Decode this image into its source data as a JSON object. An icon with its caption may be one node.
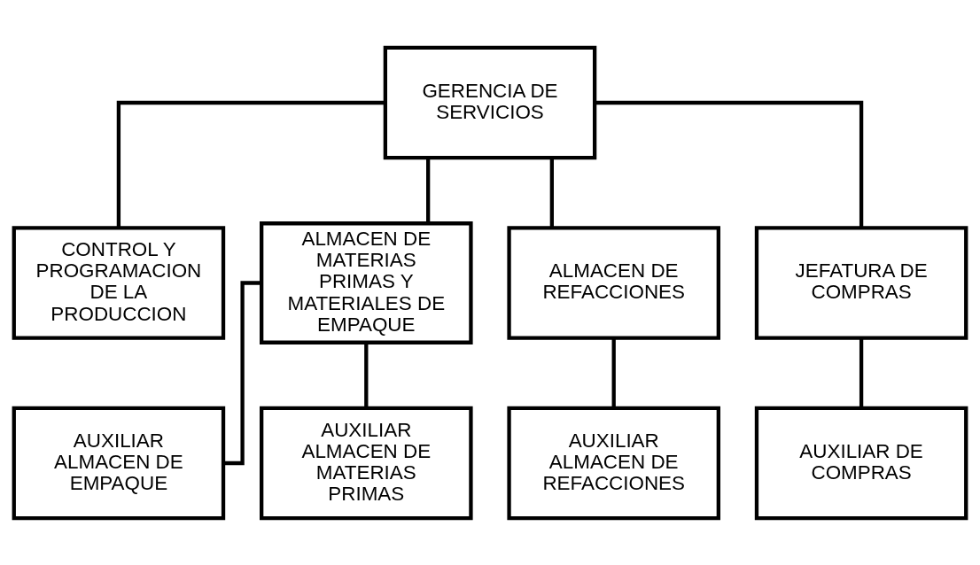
{
  "diagram": {
    "nodes": [
      {
        "text": [
          "GERENCIA DE SERVICIOS"
        ]
      },
      {
        "text": [
          "CONTROL Y PROGRAMACION DE LA PRODUCCION"
        ]
      },
      {
        "text": [
          "ALMACEN DE MATERIAS PRIMAS Y MATERIALES DE EMPAQUE"
        ]
      },
      {
        "text": [
          "ALMACEN DE REFACCIONES"
        ]
      },
      {
        "text": [
          "JEFATURA DE COMPRAS"
        ]
      },
      {
        "text": [
          "AUXILIAR ALMACEN DE EMPAQUE"
        ]
      },
      {
        "text": [
          "AUXILIAR ALMACEN DE MATERIAS PRIMAS"
        ]
      },
      {
        "text": [
          "AUXILIAR ALMACEN DE REFACCIONES"
        ]
      },
      {
        "text": [
          "AUXILIAR DE COMPRAS"
        ]
      }
    ],
    "edges": [
      {
        "from": 0,
        "to": 1,
        "arrow": "none"
      },
      {
        "from": 0,
        "to": 2,
        "arrow": "none"
      },
      {
        "from": 0,
        "to": 3,
        "arrow": "none"
      },
      {
        "from": 0,
        "to": 4,
        "arrow": "none"
      },
      {
        "from": 2,
        "to": 5,
        "arrow": "none"
      },
      {
        "from": 2,
        "to": 6,
        "arrow": "none"
      },
      {
        "from": 3,
        "to": 7,
        "arrow": "none"
      },
      {
        "from": 4,
        "to": 8,
        "arrow": "none"
      }
    ]
  }
}
